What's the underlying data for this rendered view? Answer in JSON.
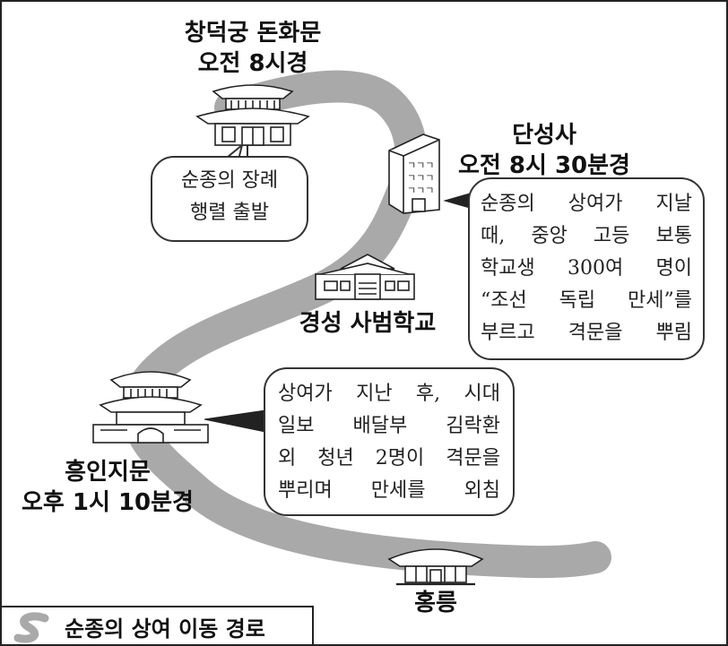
{
  "locations": {
    "changdeokgung": {
      "name": "창덕궁 돈화문",
      "time": "오전 8시경"
    },
    "danseongsa": {
      "name": "단성사",
      "time": "오전 8시 30분경"
    },
    "gyeongseong": {
      "name": "경성 사범학교"
    },
    "heunginjimun": {
      "name": "흥인지문",
      "time": "오후 1시 10분경"
    },
    "hongneung": {
      "name": "홍릉"
    }
  },
  "bubbles": {
    "departure": {
      "lines": [
        "순종의 장례",
        "행렬 출발"
      ]
    },
    "danseongsa_event": {
      "lines": [
        "순종의 상여가 지날",
        "때, 중앙 고등 보통",
        "학교생 300여 명이",
        "“조선 독립 만세”를",
        "부르고 격문을 뿌림"
      ]
    },
    "heunginjimun_event": {
      "lines": [
        "상여가 지난 후, 시대",
        "일보 배달부 김락환",
        "외 청년 2명이 격문을",
        "뿌리며 만세를 외침"
      ]
    }
  },
  "legend": {
    "label": "순종의 상여 이동 경로",
    "route_color": "#a9a9a9",
    "icon": "route-stroke-icon"
  }
}
